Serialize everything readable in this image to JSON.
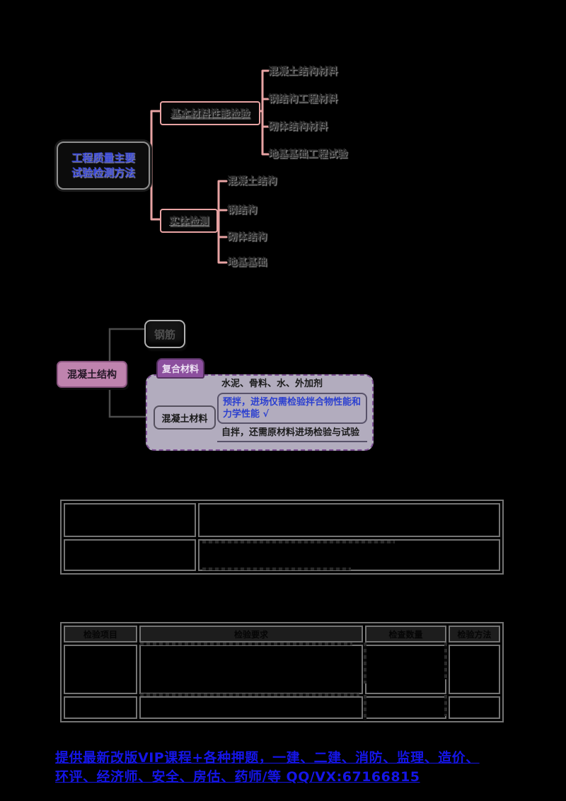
{
  "mindmap_top": {
    "root": {
      "line1": "工程质量主要",
      "line2": "试验检测方法"
    },
    "branches": [
      {
        "label": "基本材料性能检验",
        "children": [
          "混凝土结构材料",
          "钢结构工程材料",
          "砌体结构材料",
          "地基基础工程试验"
        ]
      },
      {
        "label": "实体检测",
        "children": [
          "混凝土结构",
          "钢结构",
          "砌体结构",
          "地基基础"
        ]
      }
    ]
  },
  "mindmap_concrete": {
    "root": "混凝土结构",
    "rebar_node": "钢筋",
    "group_tab": "复合材料",
    "material_node": "混凝土材料",
    "detail_rows": [
      {
        "text": "水泥、骨料、水、外加剂"
      },
      {
        "text": "预拌，进场仅需检验拌合物性能和力学性能 √"
      },
      {
        "text": "自拌，还需原材料进场检验与试验"
      }
    ]
  },
  "table1": {
    "rows": [
      [
        "",
        ""
      ],
      [
        "",
        ""
      ]
    ]
  },
  "table2": {
    "headers": [
      "检验项目",
      "检验要求",
      "检查数量",
      "检验方法"
    ],
    "rows": [
      [
        "",
        "",
        "",
        ""
      ],
      [
        "",
        "",
        "",
        ""
      ]
    ]
  },
  "footer_ad": {
    "line1": "提供最新改版VIP课程+各种押题，一建、二建、消防、监理、造价、",
    "line2": "环评、经济师、安全、房估、药师/等  QQ/VX:67166815"
  },
  "colors": {
    "background": "#000000",
    "connector_pink": "#e8a3a3",
    "connector_gray": "#4c4c4c",
    "root_text_blue": "#3a49d8",
    "detail_text_blue": "#2b3fd0",
    "footer_blue": "#1515e8",
    "node_pink": "#bf83ae",
    "tab_purple": "#8c4f9e",
    "container_gray": "#b2acbe",
    "table_border_gray": "#747474"
  }
}
